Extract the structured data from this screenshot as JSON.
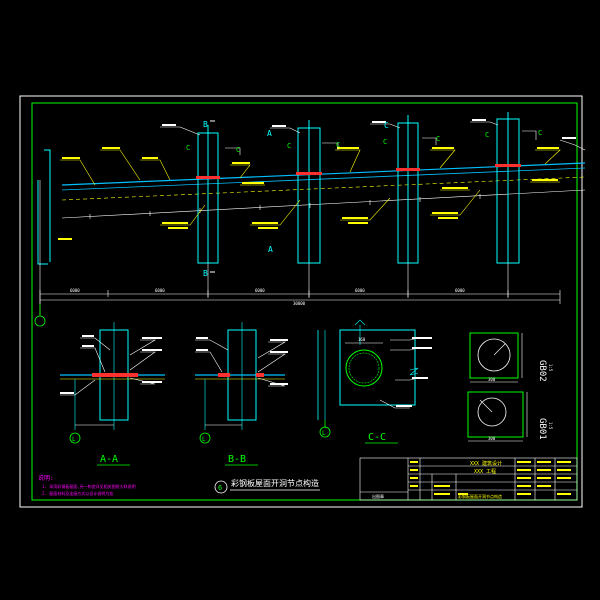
{
  "labels": {
    "section_b_top": "B",
    "section_b_bottom": "B",
    "section_a_top": "A",
    "section_a_bottom": "A",
    "section_c": "C",
    "overall_dim": "30000",
    "dim_1": "6000",
    "dim_2": "6000",
    "dim_3": "6000",
    "dim_4": "6000",
    "dim_5": "6000",
    "axis_mark": "L",
    "view_aa": "A-A",
    "view_bb": "B-B",
    "view_cc": "C-C",
    "gb02": "GB02",
    "gb02_scale": "1:5",
    "gb01": "GB01",
    "gb01_scale": "1:5",
    "cc_dim": "160",
    "gb_dim_w": "300",
    "gb_dim_h": "300",
    "detail_number": "6",
    "detail_title": "彩钢板屋面开洞节点构造"
  },
  "notes": {
    "heading": "说明:",
    "line1": "1. 采用彩钢板屋面,另一构造详见相关图纸大样说明",
    "line2": "2. 屋面材料及连接方式以设计说明为准"
  },
  "title_block": {
    "company": "XXX 建筑设计",
    "project": "XXX 工程",
    "drawing_name": "彩钢板屋面开洞节点构造",
    "stamp": "出图章"
  },
  "colors": {
    "frame": "#00ff00",
    "structure": "#00ffff",
    "roof": "#00bfff",
    "dim": "#ffffff",
    "annot": "#ffff00",
    "red": "#ff3030",
    "magenta": "#ff00ff"
  }
}
